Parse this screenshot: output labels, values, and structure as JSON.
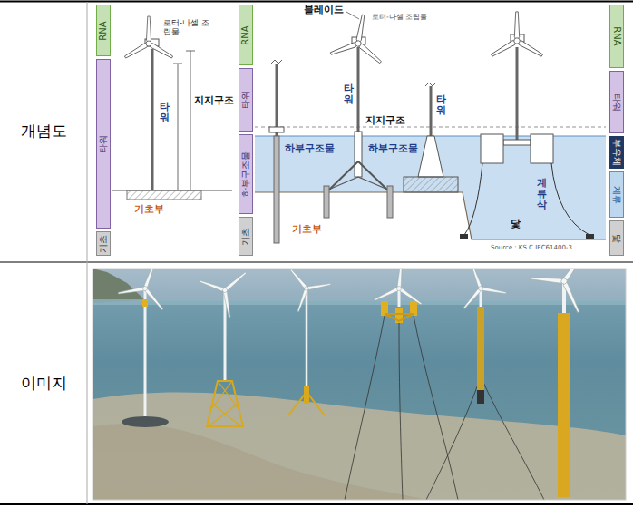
{
  "diagram": {
    "nodes": [
      {
        "text": [
          "RNA"
        ]
      },
      {
        "text": [
          "타워"
        ]
      },
      {
        "text": [
          "기초"
        ]
      },
      {
        "text": [
          "RNA"
        ]
      },
      {
        "text": [
          "타워"
        ]
      },
      {
        "text": [
          "하부구조물"
        ]
      },
      {
        "text": [
          "기초"
        ]
      },
      {
        "text": [
          "RNA"
        ]
      },
      {
        "text": [
          "타워"
        ]
      },
      {
        "text": [
          "부유체"
        ]
      },
      {
        "text": [
          "계류"
        ]
      },
      {
        "text": [
          "닻"
        ]
      }
    ],
    "labels": [
      "개념도",
      "로터-나셀 조립물",
      "타워",
      "지지구조",
      "기초부",
      "블레이드",
      "로터-나셀 조립물",
      "타워",
      "타워",
      "지지구조",
      "하부구조물",
      "하부구조물",
      "기초부",
      "계류삭",
      "닻",
      "Source : KS C IEC61400-3",
      "이미지"
    ]
  }
}
